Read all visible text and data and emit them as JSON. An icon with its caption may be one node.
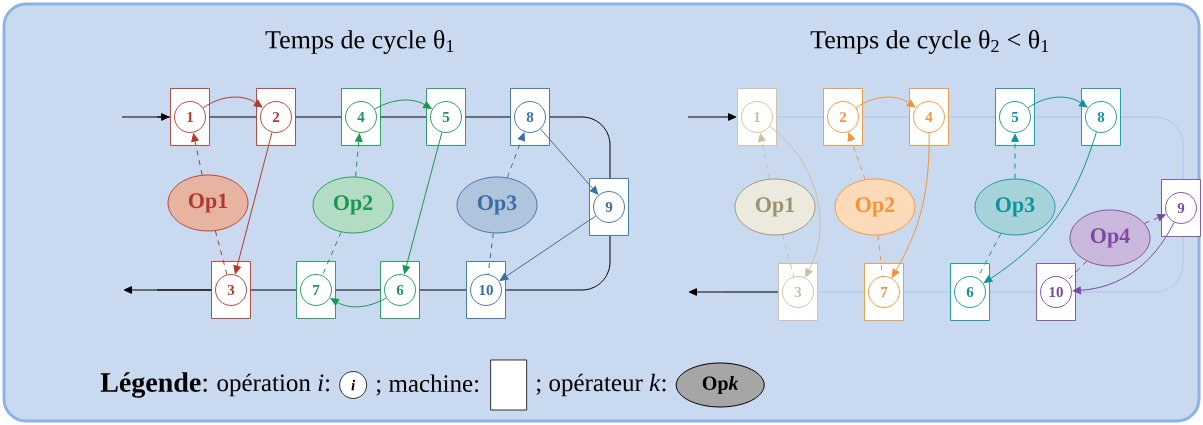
{
  "diagram": {
    "nodes": [
      {
        "text": [],
        "shape": "box"
      },
      {
        "text": [
          "1"
        ],
        "in": 0
      },
      {
        "text": [],
        "shape": "box"
      },
      {
        "text": [
          "2"
        ],
        "in": 2
      },
      {
        "text": [],
        "shape": "box"
      },
      {
        "text": [
          "4"
        ],
        "in": 4
      },
      {
        "text": [],
        "shape": "box"
      },
      {
        "text": [
          "5"
        ],
        "in": 6
      },
      {
        "text": [],
        "shape": "box"
      },
      {
        "text": [
          "8"
        ],
        "in": 8
      },
      {
        "text": [
          "Op1"
        ]
      },
      {
        "text": [
          "Op2"
        ]
      },
      {
        "text": [
          "Op3"
        ]
      },
      {
        "text": [],
        "shape": "box"
      },
      {
        "text": [
          "9"
        ],
        "in": 13
      },
      {
        "text": [],
        "shape": "box"
      },
      {
        "text": [
          "3"
        ],
        "in": 15
      },
      {
        "text": [],
        "shape": "box"
      },
      {
        "text": [
          "7"
        ],
        "in": 17
      },
      {
        "text": [],
        "shape": "box"
      },
      {
        "text": [
          "6"
        ],
        "in": 19
      },
      {
        "text": [],
        "shape": "box"
      },
      {
        "text": [
          "10"
        ],
        "in": 21
      },
      {
        "text": [],
        "shape": "box"
      },
      {
        "text": [
          "1"
        ],
        "in": 23
      },
      {
        "text": [],
        "shape": "box"
      },
      {
        "text": [
          "2"
        ],
        "in": 25
      },
      {
        "text": [],
        "shape": "box"
      },
      {
        "text": [
          "4"
        ],
        "in": 27
      },
      {
        "text": [],
        "shape": "box"
      },
      {
        "text": [
          "5"
        ],
        "in": 29
      },
      {
        "text": [],
        "shape": "box"
      },
      {
        "text": [
          "8"
        ],
        "in": 31
      },
      {
        "text": [
          "Op1"
        ]
      },
      {
        "text": [
          "Op2"
        ]
      },
      {
        "text": [
          "Op3"
        ]
      },
      {
        "text": [
          "Op4"
        ]
      },
      {
        "text": [],
        "shape": "box"
      },
      {
        "text": [
          "9"
        ],
        "in": 37
      },
      {
        "text": [],
        "shape": "box"
      },
      {
        "text": [
          "3"
        ],
        "in": 39
      },
      {
        "text": [],
        "shape": "box"
      },
      {
        "text": [
          "7"
        ],
        "in": 41
      },
      {
        "text": [],
        "shape": "box"
      },
      {
        "text": [
          "6"
        ],
        "in": 43
      },
      {
        "text": [],
        "shape": "box"
      },
      {
        "text": [
          "10"
        ],
        "in": 45
      }
    ],
    "edges": [
      {
        "from": null,
        "to": 0,
        "arrow": "to",
        "color": "#000000"
      },
      {
        "from": 15,
        "to": null,
        "arrow": "to",
        "color": "#000000"
      },
      {
        "from": 1,
        "to": 3,
        "arrow": "to",
        "color": "#b03a2e"
      },
      {
        "from": 3,
        "to": 16,
        "arrow": "to",
        "color": "#b03a2e"
      },
      {
        "from": 10,
        "to": 1,
        "arrow": "to",
        "style": "dashed",
        "color": "#b03a2e"
      },
      {
        "from": 10,
        "to": 16,
        "arrow": "none",
        "style": "dashed",
        "color": "#b03a2e"
      },
      {
        "from": 5,
        "to": 7,
        "arrow": "to",
        "color": "#1a9850"
      },
      {
        "from": 7,
        "to": 20,
        "arrow": "to",
        "color": "#1a9850"
      },
      {
        "from": 20,
        "to": 18,
        "arrow": "to",
        "color": "#1a9850"
      },
      {
        "from": 11,
        "to": 5,
        "arrow": "to",
        "style": "dashed",
        "color": "#1a9850"
      },
      {
        "from": 11,
        "to": 18,
        "arrow": "none",
        "style": "dashed",
        "color": "#1a9850"
      },
      {
        "from": 9,
        "to": 14,
        "arrow": "to",
        "color": "#3a6ea5"
      },
      {
        "from": 14,
        "to": 22,
        "arrow": "to",
        "color": "#3a6ea5"
      },
      {
        "from": 12,
        "to": 9,
        "arrow": "to",
        "style": "dashed",
        "color": "#3a6ea5"
      },
      {
        "from": 12,
        "to": 22,
        "arrow": "none",
        "style": "dashed",
        "color": "#3a6ea5"
      },
      {
        "from": null,
        "to": 23,
        "arrow": "to",
        "color": "#000000"
      },
      {
        "from": 39,
        "to": null,
        "arrow": "to",
        "color": "#000000"
      },
      {
        "from": 24,
        "to": 40,
        "arrow": "to",
        "color": "#c8c0a0"
      },
      {
        "from": 33,
        "to": 24,
        "arrow": "to",
        "style": "dashed",
        "color": "#c8c0a0"
      },
      {
        "from": 33,
        "to": 40,
        "arrow": "none",
        "style": "dashed",
        "color": "#c8c0a0"
      },
      {
        "from": 26,
        "to": 28,
        "arrow": "to",
        "color": "#f39437"
      },
      {
        "from": 28,
        "to": 42,
        "arrow": "to",
        "color": "#f39437"
      },
      {
        "from": 34,
        "to": 26,
        "arrow": "to",
        "style": "dashed",
        "color": "#f39437"
      },
      {
        "from": 34,
        "to": 42,
        "arrow": "none",
        "style": "dashed",
        "color": "#f39437"
      },
      {
        "from": 30,
        "to": 32,
        "arrow": "to",
        "color": "#10939b"
      },
      {
        "from": 32,
        "to": 44,
        "arrow": "to",
        "color": "#10939b"
      },
      {
        "from": 35,
        "to": 30,
        "arrow": "to",
        "style": "dashed",
        "color": "#10939b"
      },
      {
        "from": 35,
        "to": 44,
        "arrow": "none",
        "style": "dashed",
        "color": "#10939b"
      },
      {
        "from": 38,
        "to": 46,
        "arrow": "to",
        "color": "#7d4a9e"
      },
      {
        "from": 36,
        "to": 38,
        "arrow": "to",
        "style": "dashed",
        "color": "#7d4a9e"
      },
      {
        "from": 36,
        "to": 46,
        "arrow": "none",
        "style": "dashed",
        "color": "#7d4a9e"
      }
    ],
    "labels": [
      "Temps de cycle θ$_{1}$",
      "Temps de cycle θ$_{2}$ < θ$_{1}$",
      "**Légende**:",
      "i",
      "Op",
      "k"
    ],
    "legend": [
      {
        "text": "opération *i*:"
      },
      {
        "text": "; machine:"
      },
      {
        "text": "; opérateur *k*:"
      }
    ]
  }
}
